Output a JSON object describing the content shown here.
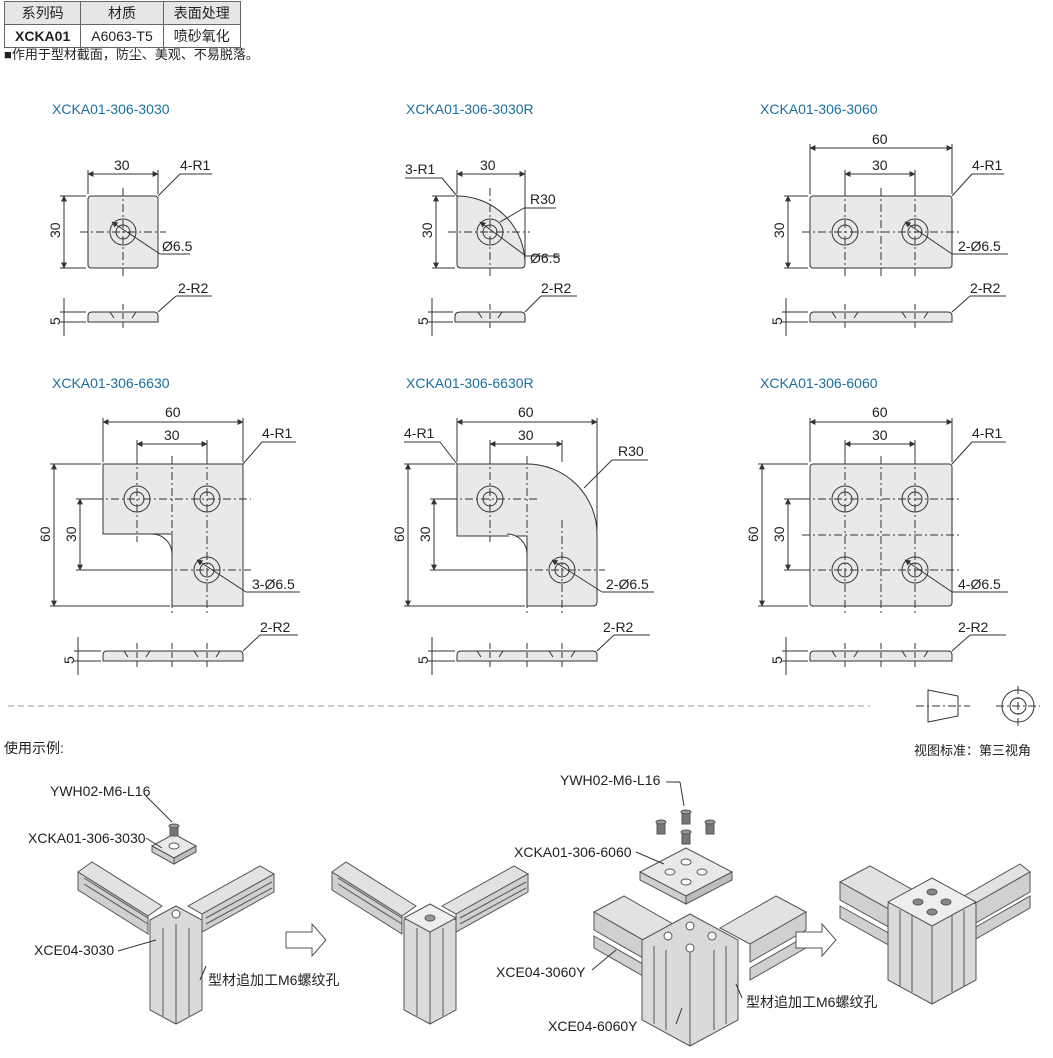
{
  "spec_table": {
    "headers": [
      "系列码",
      "材质",
      "表面处理"
    ],
    "row": [
      "XCKA01",
      "A6063-T5",
      "喷砂氧化"
    ]
  },
  "note": "■作用于型材截面，防尘、美观、不易脱落。",
  "parts": [
    {
      "name": "XCKA01-306-3030",
      "dims": {
        "width": "30",
        "height": "30",
        "corner": "4-R1",
        "hole": "Ø6.5",
        "thickness": "5",
        "side_radius": "2-R2"
      }
    },
    {
      "name": "XCKA01-306-3030R",
      "dims": {
        "width": "30",
        "height": "30",
        "corner": "3-R1",
        "radius": "R30",
        "hole": "Ø6.5",
        "thickness": "5",
        "side_radius": "2-R2"
      }
    },
    {
      "name": "XCKA01-306-3060",
      "dims": {
        "width_total": "60",
        "width_pitch": "30",
        "height": "30",
        "corner": "4-R1",
        "hole": "2-Ø6.5",
        "thickness": "5",
        "side_radius": "2-R2"
      }
    },
    {
      "name": "XCKA01-306-6630",
      "dims": {
        "width_total": "60",
        "width_pitch": "30",
        "height_total": "60",
        "height_pitch": "30",
        "corner": "4-R1",
        "hole": "3-Ø6.5",
        "thickness": "5",
        "side_radius": "2-R2"
      }
    },
    {
      "name": "XCKA01-306-6630R",
      "dims": {
        "width_total": "60",
        "width_pitch": "30",
        "height_total": "60",
        "height_pitch": "30",
        "corner": "4-R1",
        "radius": "R30",
        "hole": "2-Ø6.5",
        "thickness": "5",
        "side_radius": "2-R2"
      }
    },
    {
      "name": "XCKA01-306-6060",
      "dims": {
        "width_total": "60",
        "width_pitch": "30",
        "height_total": "60",
        "height_pitch": "30",
        "corner": "4-R1",
        "hole": "4-Ø6.5",
        "thickness": "5",
        "side_radius": "2-R2"
      }
    }
  ],
  "projection_note": "视图标准：第三视角",
  "usage_title": "使用示例:",
  "example1": {
    "screw": "YWH02-M6-L16",
    "cap": "XCKA01-306-3030",
    "profile": "XCE04-3030",
    "hole_note": "型材追加工M6螺纹孔"
  },
  "example2": {
    "screw": "YWH02-M6-L16",
    "cap": "XCKA01-306-6060",
    "profile_a": "XCE04-3060Y",
    "profile_b": "XCE04-6060Y",
    "hole_note": "型材追加工M6螺纹孔"
  },
  "colors": {
    "part_name": "#1b6ea0",
    "line": "#333333",
    "fill": "#e9e9e9"
  }
}
